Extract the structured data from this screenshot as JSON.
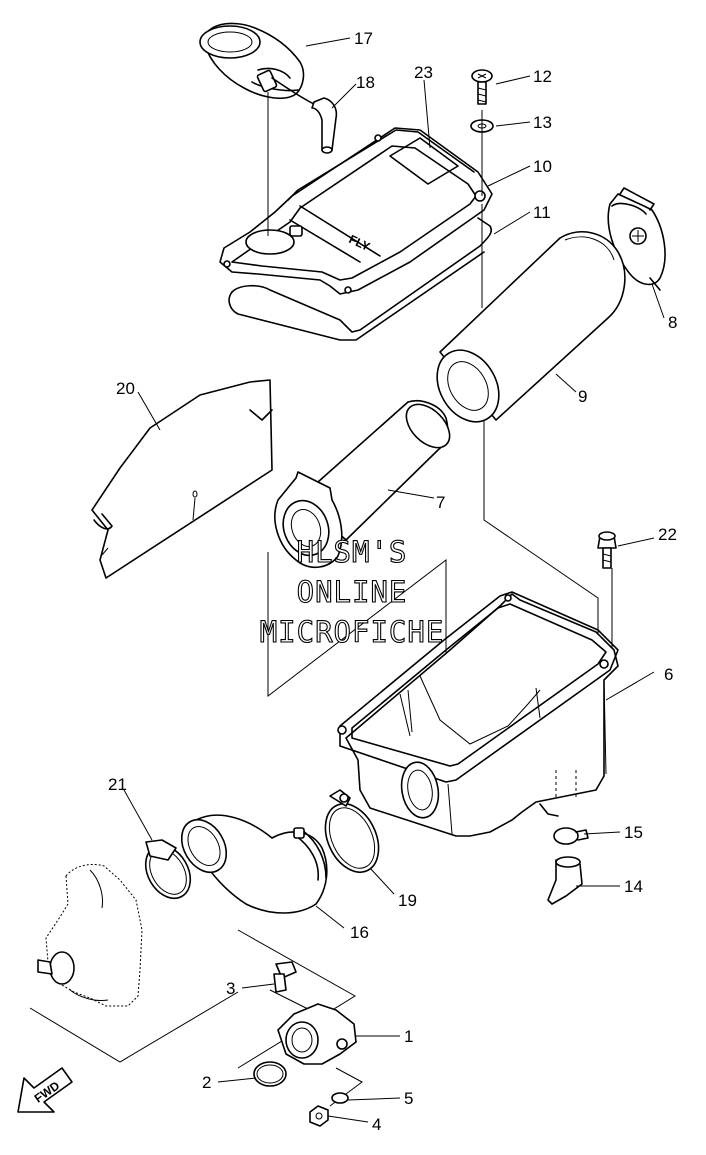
{
  "callouts": {
    "p1": "1",
    "p2": "2",
    "p3": "3",
    "p4": "4",
    "p5": "5",
    "p6": "6",
    "p7": "7",
    "p8": "8",
    "p9": "9",
    "p10": "10",
    "p11": "11",
    "p12": "12",
    "p13": "13",
    "p14": "14",
    "p15": "15",
    "p16": "16",
    "p17": "17",
    "p18": "18",
    "p19": "19",
    "p20": "20",
    "p21": "21",
    "p22": "22",
    "p23": "23"
  },
  "watermark": {
    "line1": "HLSM'S",
    "line2": "ONLINE",
    "line3": "MICROFICHE"
  },
  "cover_mark": "FLY",
  "fwd_label": "FWD"
}
